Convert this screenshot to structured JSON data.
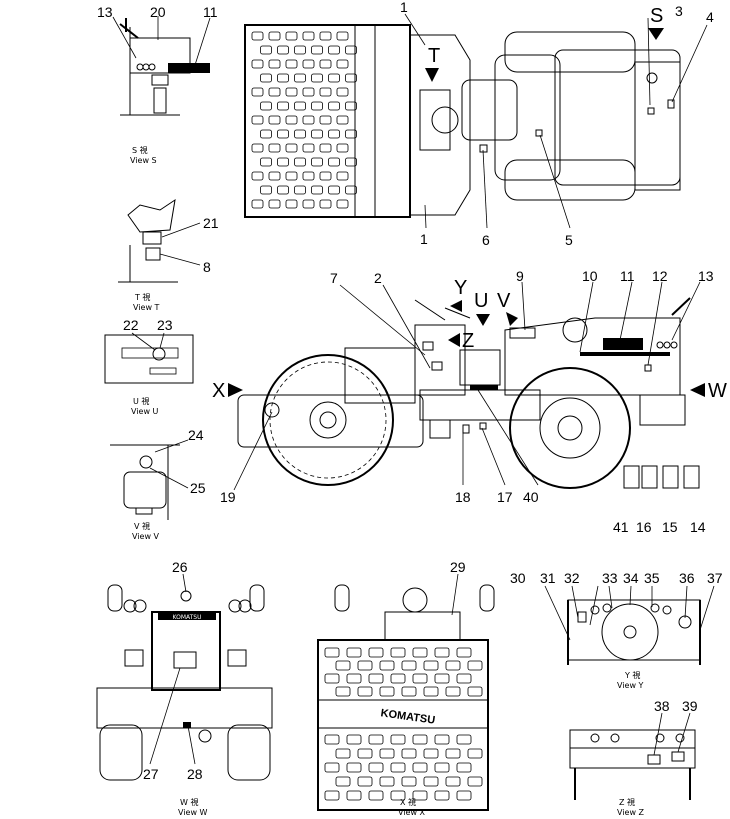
{
  "views": {
    "view_s": {
      "caption_kanji": "S 視",
      "caption": "View S"
    },
    "view_t": {
      "caption_kanji": "T 視",
      "caption": "View T"
    },
    "view_u": {
      "caption_kanji": "U 視",
      "caption": "View U"
    },
    "view_v": {
      "caption_kanji": "V 視",
      "caption": "View V"
    },
    "view_w": {
      "caption_kanji": "W 視",
      "caption": "View W"
    },
    "view_x": {
      "caption_kanji": "X 視",
      "caption": "View X"
    },
    "view_y": {
      "caption_kanji": "Y 視",
      "caption": "View Y"
    },
    "view_z": {
      "caption_kanji": "Z 視",
      "caption": "View Z"
    }
  },
  "view_letters": {
    "S": "S",
    "T": "T",
    "U": "U",
    "V": "V",
    "W": "W",
    "X": "X",
    "Y": "Y",
    "Z": "Z"
  },
  "callouts": {
    "n1a": "1",
    "n1b": "1",
    "n2": "2",
    "n3": "3",
    "n4": "4",
    "n5": "5",
    "n6": "6",
    "n7": "7",
    "n8": "8",
    "n9": "9",
    "n10": "10",
    "n11": "11",
    "n11s": "11",
    "n12": "12",
    "n13": "13",
    "n13s": "13",
    "n14": "14",
    "n15": "15",
    "n16": "16",
    "n17": "17",
    "n18": "18",
    "n19": "19",
    "n20": "20",
    "n21": "21",
    "n22": "22",
    "n23": "23",
    "n24": "24",
    "n25": "25",
    "n26": "26",
    "n27": "27",
    "n28": "28",
    "n29": "29",
    "n30": "30",
    "n31": "31",
    "n32": "32",
    "n33": "33",
    "n34": "34",
    "n35": "35",
    "n36": "36",
    "n37": "37",
    "n38": "38",
    "n39": "39",
    "n40": "40",
    "n41": "41"
  },
  "markings": {
    "brand": "KOMATSU",
    "rear_plate": "KOMATSU"
  }
}
